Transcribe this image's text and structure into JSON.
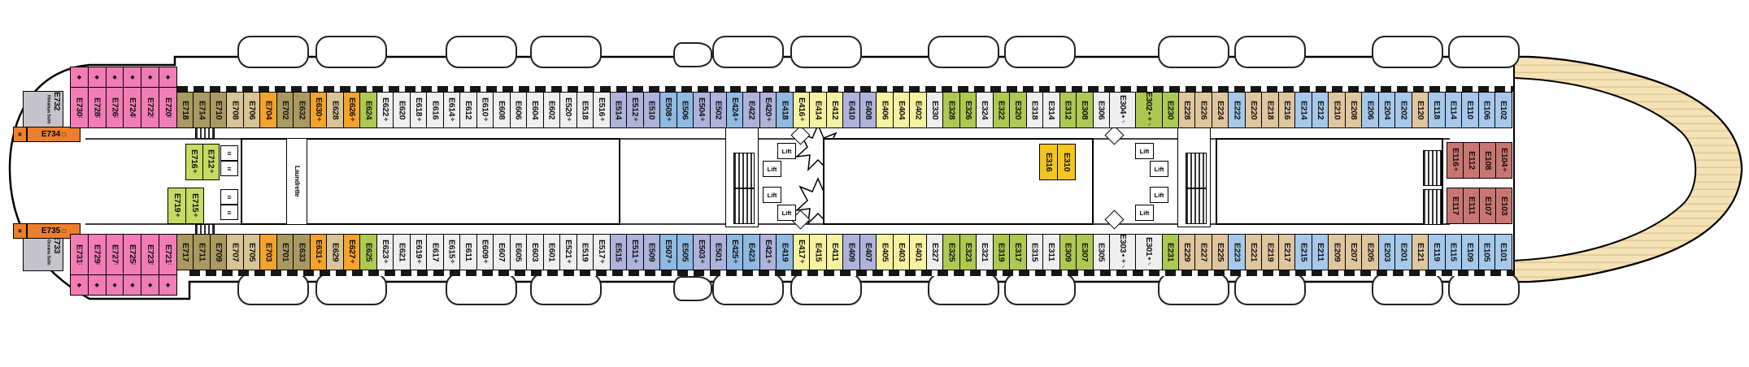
{
  "deck_letter_prefix": "E",
  "colors": {
    "kh": "#AA9A61",
    "tn": "#D9C495",
    "or": "#F4A32B",
    "gr": "#ADC952",
    "lm": "#C5DC62",
    "wh": "#EFEFEF",
    "lv": "#AEB3DB",
    "bl": "#8FBAE3",
    "sk": "#A6C9EB",
    "sd": "#E0C69E",
    "yl": "#F6F2A0",
    "gd": "#F3C51D",
    "rd": "#C97672",
    "pk": "#F27DB4",
    "suite_gray": "#C4C4CA",
    "suite_orange": "#EC7F2E",
    "deck_wood": "#F5E2B5",
    "deck_plank": "#DFC693"
  },
  "marks": {
    "obstructed": "✧",
    "balcony_door": "◆",
    "suite_dots": "∶",
    "accessible": "♦",
    "hook": "♂",
    "ring": "¤",
    "square": "□",
    "lift_glyph": "≡"
  },
  "rooms": {
    "laundrette": "Laundrette",
    "lift": "Lift"
  },
  "suites": {
    "himalaya": {
      "label": "E732",
      "name": "Himalaya Suite"
    },
    "oceana": {
      "label": "E733",
      "name": "Oceana Suite"
    },
    "e734": {
      "label": "E734"
    },
    "e735": {
      "label": "E735"
    }
  },
  "pink_suites_top": [
    "E730",
    "E728",
    "E726",
    "E724",
    "E722",
    "E720"
  ],
  "pink_suites_bottom": [
    "E731",
    "E729",
    "E727",
    "E725",
    "E723",
    "E721"
  ],
  "top_row": [
    {
      "id": "E718",
      "c": "kh"
    },
    {
      "id": "E714",
      "c": "kh"
    },
    {
      "id": "E710",
      "c": "kh"
    },
    {
      "id": "E708",
      "c": "tn"
    },
    {
      "id": "E706",
      "c": "tn"
    },
    {
      "id": "E704",
      "c": "or"
    },
    {
      "id": "E702",
      "c": "kh"
    },
    {
      "id": "E632",
      "c": "kh"
    },
    {
      "id": "E630",
      "c": "or",
      "s": "✧"
    },
    {
      "id": "E628",
      "c": "tn"
    },
    {
      "id": "E626",
      "c": "or",
      "s": "✧"
    },
    {
      "id": "E624",
      "c": "gr"
    },
    {
      "id": "E622",
      "c": "wh",
      "s": "✧"
    },
    {
      "id": "E620",
      "c": "wh"
    },
    {
      "id": "E618",
      "c": "wh",
      "s": "✧"
    },
    {
      "id": "E616",
      "c": "wh"
    },
    {
      "id": "E614",
      "c": "wh",
      "s": "✧"
    },
    {
      "id": "E612",
      "c": "wh"
    },
    {
      "id": "E610",
      "c": "wh",
      "s": "✧"
    },
    {
      "id": "E608",
      "c": "wh"
    },
    {
      "id": "E606",
      "c": "wh"
    },
    {
      "id": "E604",
      "c": "wh"
    },
    {
      "id": "E602",
      "c": "wh"
    },
    {
      "id": "E520",
      "c": "wh",
      "s": "✧"
    },
    {
      "id": "E518",
      "c": "wh"
    },
    {
      "id": "E516",
      "c": "wh",
      "s": "✧"
    },
    {
      "id": "E514",
      "c": "lv"
    },
    {
      "id": "E512",
      "c": "lv",
      "s": "✧"
    },
    {
      "id": "E510",
      "c": "lv"
    },
    {
      "id": "E508",
      "c": "bl",
      "s": "✧"
    },
    {
      "id": "E506",
      "c": "bl"
    },
    {
      "id": "E504",
      "c": "lv",
      "s": "✧"
    },
    {
      "id": "E502",
      "c": "lv"
    },
    {
      "id": "E424",
      "c": "bl",
      "s": "✧"
    },
    {
      "id": "E422",
      "c": "lv"
    },
    {
      "id": "E420",
      "c": "lv",
      "s": "✧"
    },
    {
      "id": "E418",
      "c": "bl"
    },
    {
      "id": "E416",
      "c": "yl",
      "s": "✧"
    },
    {
      "id": "E414",
      "c": "yl"
    },
    {
      "id": "E412",
      "c": "yl"
    },
    {
      "id": "E410",
      "c": "lv"
    },
    {
      "id": "E408",
      "c": "lv"
    },
    {
      "id": "E406",
      "c": "yl"
    },
    {
      "id": "E404",
      "c": "yl"
    },
    {
      "id": "E402",
      "c": "yl"
    },
    {
      "id": "E330",
      "c": "wh"
    },
    {
      "id": "E328",
      "c": "gr"
    },
    {
      "id": "E326",
      "c": "gr"
    },
    {
      "id": "E324",
      "c": "wh"
    },
    {
      "id": "E322",
      "c": "gr"
    },
    {
      "id": "E320",
      "c": "gr"
    },
    {
      "id": "E318",
      "c": "wh"
    },
    {
      "id": "E314",
      "c": "wh"
    },
    {
      "id": "E312",
      "c": "gr"
    },
    {
      "id": "E308",
      "c": "gr"
    },
    {
      "id": "E306",
      "c": "wh"
    },
    {
      "id": "E304",
      "c": "wh",
      "s": "♦♂",
      "w": 1.6
    },
    {
      "id": "E302",
      "c": "gr",
      "s": "♦✧♂",
      "w": 1.6
    },
    {
      "id": "E230",
      "c": "gr"
    },
    {
      "id": "E228",
      "c": "sd"
    },
    {
      "id": "E226",
      "c": "sd"
    },
    {
      "id": "E224",
      "c": "sd"
    },
    {
      "id": "E222",
      "c": "sk"
    },
    {
      "id": "E220",
      "c": "sd"
    },
    {
      "id": "E218",
      "c": "sd"
    },
    {
      "id": "E216",
      "c": "sd"
    },
    {
      "id": "E214",
      "c": "sk"
    },
    {
      "id": "E212",
      "c": "sk"
    },
    {
      "id": "E210",
      "c": "sd"
    },
    {
      "id": "E208",
      "c": "sd"
    },
    {
      "id": "E206",
      "c": "sk"
    },
    {
      "id": "E204",
      "c": "sk"
    },
    {
      "id": "E202",
      "c": "sk"
    },
    {
      "id": "E120",
      "c": "sd"
    },
    {
      "id": "E118",
      "c": "sk"
    },
    {
      "id": "E114",
      "c": "sk"
    },
    {
      "id": "E110",
      "c": "sk"
    },
    {
      "id": "E106",
      "c": "sk"
    },
    {
      "id": "E102",
      "c": "sk"
    }
  ],
  "bottom_row": [
    {
      "id": "E717",
      "c": "kh"
    },
    {
      "id": "E711",
      "c": "kh"
    },
    {
      "id": "E709",
      "c": "kh"
    },
    {
      "id": "E707",
      "c": "tn"
    },
    {
      "id": "E705",
      "c": "tn"
    },
    {
      "id": "E703",
      "c": "or"
    },
    {
      "id": "E701",
      "c": "kh"
    },
    {
      "id": "E633",
      "c": "kh"
    },
    {
      "id": "E631",
      "c": "or",
      "s": "✧"
    },
    {
      "id": "E629",
      "c": "tn"
    },
    {
      "id": "E627",
      "c": "or",
      "s": "✧"
    },
    {
      "id": "E625",
      "c": "gr"
    },
    {
      "id": "E623",
      "c": "wh",
      "s": "✧"
    },
    {
      "id": "E621",
      "c": "wh"
    },
    {
      "id": "E619",
      "c": "wh",
      "s": "✧"
    },
    {
      "id": "E617",
      "c": "wh"
    },
    {
      "id": "E615",
      "c": "wh",
      "s": "✧"
    },
    {
      "id": "E611",
      "c": "wh"
    },
    {
      "id": "E609",
      "c": "wh",
      "s": "✧"
    },
    {
      "id": "E607",
      "c": "wh"
    },
    {
      "id": "E605",
      "c": "wh"
    },
    {
      "id": "E603",
      "c": "wh"
    },
    {
      "id": "E601",
      "c": "wh"
    },
    {
      "id": "E521",
      "c": "wh",
      "s": "✧"
    },
    {
      "id": "E519",
      "c": "wh"
    },
    {
      "id": "E517",
      "c": "wh",
      "s": "✧"
    },
    {
      "id": "E515",
      "c": "lv"
    },
    {
      "id": "E511",
      "c": "lv",
      "s": "✧"
    },
    {
      "id": "E509",
      "c": "lv"
    },
    {
      "id": "E507",
      "c": "bl",
      "s": "✧"
    },
    {
      "id": "E505",
      "c": "bl"
    },
    {
      "id": "E503",
      "c": "lv",
      "s": "✧"
    },
    {
      "id": "E501",
      "c": "lv"
    },
    {
      "id": "E425",
      "c": "bl",
      "s": "✧"
    },
    {
      "id": "E423",
      "c": "bl"
    },
    {
      "id": "E421",
      "c": "lv",
      "s": "✧"
    },
    {
      "id": "E419",
      "c": "bl"
    },
    {
      "id": "E417",
      "c": "yl",
      "s": "✧"
    },
    {
      "id": "E415",
      "c": "yl"
    },
    {
      "id": "E411",
      "c": "yl"
    },
    {
      "id": "E409",
      "c": "lv"
    },
    {
      "id": "E407",
      "c": "lv"
    },
    {
      "id": "E405",
      "c": "yl"
    },
    {
      "id": "E403",
      "c": "yl"
    },
    {
      "id": "E401",
      "c": "yl"
    },
    {
      "id": "E327",
      "c": "wh"
    },
    {
      "id": "E325",
      "c": "gr"
    },
    {
      "id": "E323",
      "c": "gr"
    },
    {
      "id": "E321",
      "c": "wh"
    },
    {
      "id": "E319",
      "c": "gr"
    },
    {
      "id": "E317",
      "c": "gr"
    },
    {
      "id": "E315",
      "c": "wh"
    },
    {
      "id": "E311",
      "c": "wh"
    },
    {
      "id": "E309",
      "c": "gr"
    },
    {
      "id": "E307",
      "c": "gr"
    },
    {
      "id": "E305",
      "c": "wh"
    },
    {
      "id": "E303",
      "c": "wh",
      "s": "♦✧♂",
      "w": 1.6
    },
    {
      "id": "E301",
      "c": "wh",
      "s": "♦♂",
      "w": 1.6
    },
    {
      "id": "E231",
      "c": "gr"
    },
    {
      "id": "E229",
      "c": "sd"
    },
    {
      "id": "E227",
      "c": "sd"
    },
    {
      "id": "E225",
      "c": "sd"
    },
    {
      "id": "E223",
      "c": "sk"
    },
    {
      "id": "E221",
      "c": "sd"
    },
    {
      "id": "E219",
      "c": "sd"
    },
    {
      "id": "E217",
      "c": "sd"
    },
    {
      "id": "E215",
      "c": "sk"
    },
    {
      "id": "E211",
      "c": "sk"
    },
    {
      "id": "E209",
      "c": "sd"
    },
    {
      "id": "E207",
      "c": "sd"
    },
    {
      "id": "E205",
      "c": "sd"
    },
    {
      "id": "E203",
      "c": "sk"
    },
    {
      "id": "E201",
      "c": "sk"
    },
    {
      "id": "E121",
      "c": "sd"
    },
    {
      "id": "E119",
      "c": "sk"
    },
    {
      "id": "E115",
      "c": "sk"
    },
    {
      "id": "E109",
      "c": "sk"
    },
    {
      "id": "E105",
      "c": "sk"
    },
    {
      "id": "E101",
      "c": "sk"
    }
  ],
  "interior": {
    "left_upper": [
      {
        "id": "E716",
        "c": "lm",
        "s": "✧"
      },
      {
        "id": "E712",
        "c": "lm",
        "s": "✧"
      }
    ],
    "left_lower": [
      {
        "id": "E719",
        "c": "lm",
        "s": "✧"
      },
      {
        "id": "E715",
        "c": "lm",
        "s": "✧"
      }
    ],
    "mid_gold": [
      {
        "id": "E316",
        "c": "gd"
      },
      {
        "id": "E310",
        "c": "gd"
      }
    ],
    "bow_upper": [
      {
        "id": "E116",
        "c": "rd",
        "s": "✧"
      },
      {
        "id": "E112",
        "c": "rd"
      },
      {
        "id": "E108",
        "c": "rd"
      },
      {
        "id": "E104",
        "c": "rd",
        "s": "✧"
      }
    ],
    "bow_lower": [
      {
        "id": "E117",
        "c": "rd"
      },
      {
        "id": "E111",
        "c": "rd"
      },
      {
        "id": "E107",
        "c": "rd"
      },
      {
        "id": "E103",
        "c": "rd"
      }
    ]
  }
}
